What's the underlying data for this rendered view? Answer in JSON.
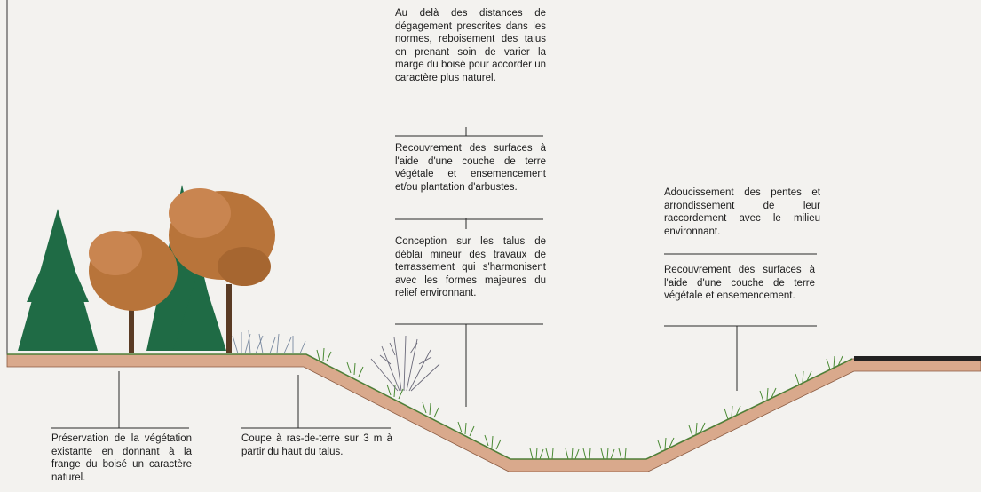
{
  "diagram": {
    "notes": {
      "top": "Au delà des distances de dégagement prescrites dans les normes, reboisement des talus en prenant soin de varier la marge du boisé pour accorder un caractère plus naturel.",
      "middle": "Recouvrement des surfaces à l'aide d'une couche de terre végétale et ensemencement et/ou plantation d'arbustes.",
      "lower": "Conception sur les talus de déblai mineur des travaux de terrassement qui s'harmonisent avec les formes majeures du relief environnant.",
      "right_top": "Adoucissement des pentes et arrondissement de leur raccordement avec le milieu environnant.",
      "right_bottom": "Recouvrement des surfaces à l'aide d'une couche de terre végétale et ensemencement.",
      "bottom_left": "Préservation de la végétation existante en donnant à la frange du boisé un caractère naturel.",
      "bottom_mid": "Coupe à ras-de-terre sur 3 m à partir du haut du talus."
    },
    "colors": {
      "soil": "#d9a98c",
      "grass": "#5a9a3c",
      "conifer": "#1f6b45",
      "deciduous": "#b8743a",
      "road": "#222222"
    }
  }
}
